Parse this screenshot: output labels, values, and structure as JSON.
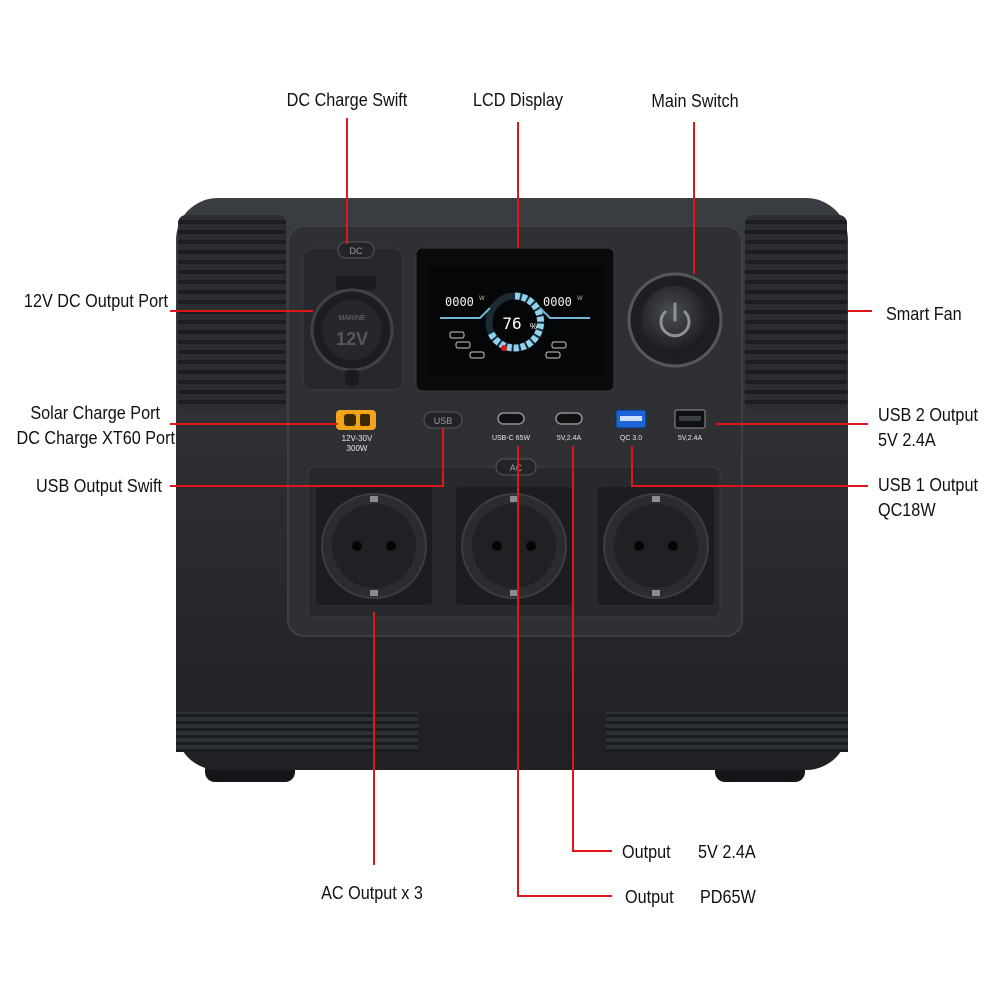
{
  "callouts": {
    "dc_charge_swift": "DC Charge Swift",
    "lcd_display": "LCD Display",
    "main_switch": "Main Switch",
    "dc_output_port": "12V DC Output Port",
    "smart_fan": "Smart Fan",
    "solar_charge_port": "Solar Charge Port",
    "dc_charge_xt60_port": "DC Charge XT60 Port",
    "usb2_output_line1": "USB 2 Output",
    "usb2_output_line2": "5V 2.4A",
    "usb_output_swift": "USB Output Swift",
    "usb1_output_line1": "USB 1 Output",
    "usb1_output_line2": "QC18W",
    "output_5v_label": "Output",
    "output_5v_value": "5V 2.4A",
    "ac_output": "AC Output x 3",
    "output_pd_label": "Output",
    "output_pd_value": "PD65W"
  },
  "device": {
    "dc_button": "DC",
    "usb_button": "USB",
    "ac_button": "AC",
    "socket_marine": "MARINE",
    "socket_12v": "12V",
    "xt60_spec1": "12V-30V",
    "xt60_spec2": "300W",
    "usbc1_label": "USB-C 65W",
    "usbc2_label": "5V,2.4A",
    "usba1_label": "QC 3.0",
    "usba2_label": "5V,2.4A",
    "lcd_input": "0000",
    "lcd_output": "0000",
    "lcd_unit": "W",
    "lcd_percent": "76",
    "lcd_percent_sign": "%"
  },
  "colors": {
    "accent_line": "#e0161b",
    "body": "#2a2c2f",
    "xt60": "#f2a51a",
    "qc_port": "#1e64d6"
  }
}
